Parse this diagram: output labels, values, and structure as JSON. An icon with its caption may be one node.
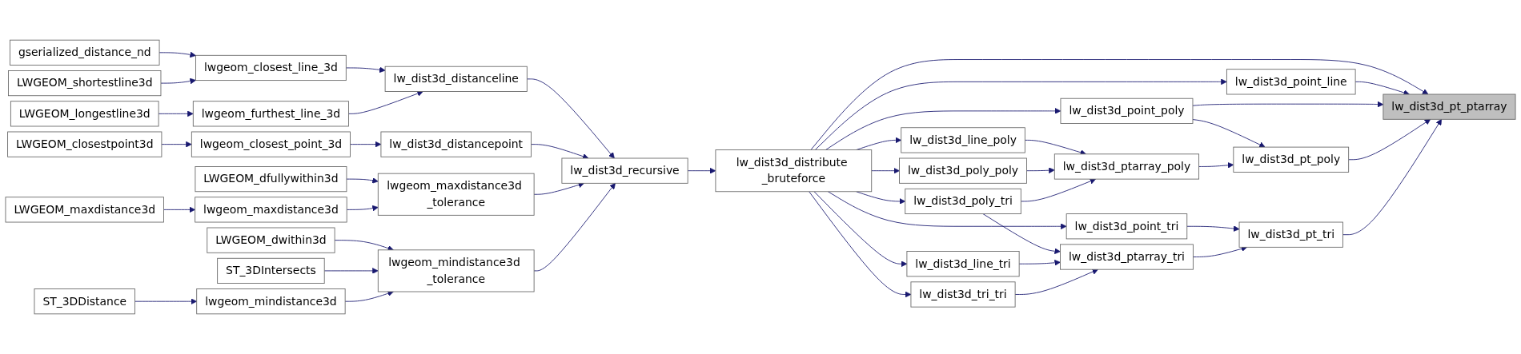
{
  "diagram": {
    "nodes": [
      {
        "text": [
          "gserialized_distance_nd"
        ]
      },
      {
        "text": [
          "LWGEOM_shortestline3d"
        ]
      },
      {
        "text": [
          "LWGEOM_longestline3d"
        ]
      },
      {
        "text": [
          "LWGEOM_closestpoint3d"
        ]
      },
      {
        "text": [
          "LWGEOM_dfullywithin3d"
        ]
      },
      {
        "text": [
          "LWGEOM_maxdistance3d"
        ]
      },
      {
        "text": [
          "LWGEOM_dwithin3d"
        ]
      },
      {
        "text": [
          "ST_3DDistance"
        ]
      },
      {
        "text": [
          "ST_3DIntersects"
        ]
      },
      {
        "text": [
          "lwgeom_closest_line_3d"
        ]
      },
      {
        "text": [
          "lwgeom_furthest_line_3d"
        ]
      },
      {
        "text": [
          "lwgeom_closest_point_3d"
        ]
      },
      {
        "text": [
          "lwgeom_maxdistance3d"
        ]
      },
      {
        "text": [
          "lwgeom_mindistance3d"
        ]
      },
      {
        "text": [
          "lw_dist3d_distanceline"
        ]
      },
      {
        "text": [
          "lw_dist3d_distancepoint"
        ]
      },
      {
        "text": [
          "lwgeom_maxdistance3d _tolerance"
        ]
      },
      {
        "text": [
          "lwgeom_mindistance3d _tolerance"
        ]
      },
      {
        "text": [
          "lw_dist3d_recursive"
        ]
      },
      {
        "text": [
          "lw_dist3d_distribute _bruteforce"
        ]
      },
      {
        "text": [
          "lw_dist3d_line_poly"
        ]
      },
      {
        "text": [
          "lw_dist3d_poly_poly"
        ]
      },
      {
        "text": [
          "lw_dist3d_poly_tri"
        ]
      },
      {
        "text": [
          "lw_dist3d_line_tri"
        ]
      },
      {
        "text": [
          "lw_dist3d_tri_tri"
        ]
      },
      {
        "text": [
          "lw_dist3d_point_line"
        ]
      },
      {
        "text": [
          "lw_dist3d_point_poly"
        ]
      },
      {
        "text": [
          "lw_dist3d_ptarray_poly"
        ]
      },
      {
        "text": [
          "lw_dist3d_point_tri"
        ]
      },
      {
        "text": [
          "lw_dist3d_ptarray_tri"
        ]
      },
      {
        "text": [
          "lw_dist3d_pt_poly"
        ]
      },
      {
        "text": [
          "lw_dist3d_pt_tri"
        ]
      },
      {
        "text": [
          "lw_dist3d_pt_ptarray"
        ]
      }
    ],
    "edges": [
      {
        "from": 0,
        "to": 9,
        "arrow": "to"
      },
      {
        "from": 1,
        "to": 9,
        "arrow": "to"
      },
      {
        "from": 2,
        "to": 10,
        "arrow": "to"
      },
      {
        "from": 3,
        "to": 11,
        "arrow": "to"
      },
      {
        "from": 4,
        "to": 16,
        "arrow": "to"
      },
      {
        "from": 5,
        "to": 12,
        "arrow": "to"
      },
      {
        "from": 6,
        "to": 17,
        "arrow": "to"
      },
      {
        "from": 7,
        "to": 13,
        "arrow": "to"
      },
      {
        "from": 8,
        "to": 17,
        "arrow": "to"
      },
      {
        "from": 9,
        "to": 14,
        "arrow": "to"
      },
      {
        "from": 10,
        "to": 14,
        "arrow": "to"
      },
      {
        "from": 11,
        "to": 15,
        "arrow": "to"
      },
      {
        "from": 12,
        "to": 16,
        "arrow": "to"
      },
      {
        "from": 13,
        "to": 17,
        "arrow": "to"
      },
      {
        "from": 14,
        "to": 18,
        "arrow": "to"
      },
      {
        "from": 15,
        "to": 18,
        "arrow": "to"
      },
      {
        "from": 16,
        "to": 18,
        "arrow": "to"
      },
      {
        "from": 17,
        "to": 18,
        "arrow": "to"
      },
      {
        "from": 18,
        "to": 19,
        "arrow": "to"
      },
      {
        "from": 19,
        "to": 25,
        "arrow": "to"
      },
      {
        "from": 19,
        "to": 26,
        "arrow": "to"
      },
      {
        "from": 19,
        "to": 20,
        "arrow": "to"
      },
      {
        "from": 19,
        "to": 21,
        "arrow": "to"
      },
      {
        "from": 19,
        "to": 28,
        "arrow": "to"
      },
      {
        "from": 19,
        "to": 22,
        "arrow": "to"
      },
      {
        "from": 19,
        "to": 23,
        "arrow": "to"
      },
      {
        "from": 19,
        "to": 24,
        "arrow": "to"
      },
      {
        "from": 19,
        "to": 32,
        "arrow": "to"
      },
      {
        "from": 20,
        "to": 27,
        "arrow": "to"
      },
      {
        "from": 21,
        "to": 27,
        "arrow": "to"
      },
      {
        "from": 22,
        "to": 27,
        "arrow": "to"
      },
      {
        "from": 22,
        "to": 29,
        "arrow": "to"
      },
      {
        "from": 23,
        "to": 29,
        "arrow": "to"
      },
      {
        "from": 24,
        "to": 29,
        "arrow": "to"
      },
      {
        "from": 26,
        "to": 30,
        "arrow": "to"
      },
      {
        "from": 27,
        "to": 30,
        "arrow": "to"
      },
      {
        "from": 28,
        "to": 31,
        "arrow": "to"
      },
      {
        "from": 29,
        "to": 31,
        "arrow": "to"
      },
      {
        "from": 25,
        "to": 32,
        "arrow": "to"
      },
      {
        "from": 26,
        "to": 32,
        "arrow": "to"
      },
      {
        "from": 30,
        "to": 32,
        "arrow": "to"
      },
      {
        "from": 31,
        "to": 32,
        "arrow": "to"
      }
    ]
  }
}
